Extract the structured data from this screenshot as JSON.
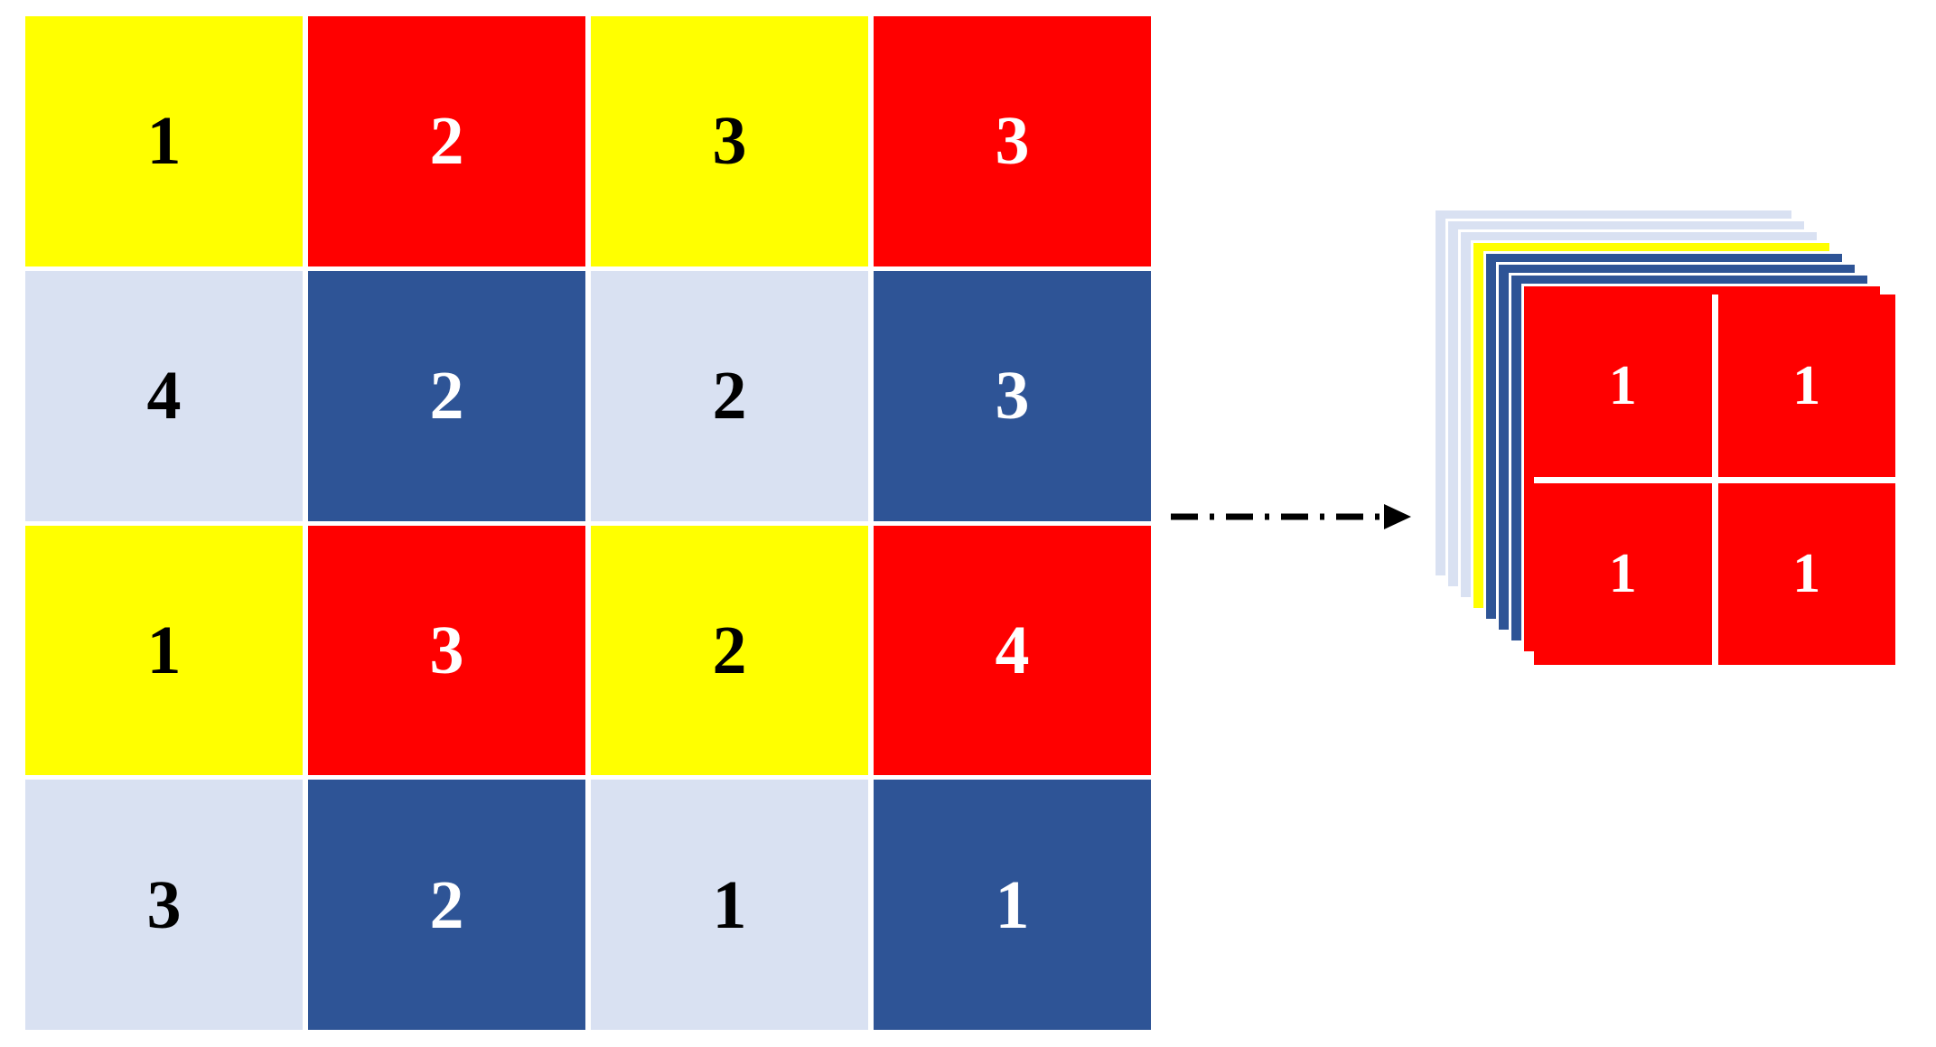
{
  "diagram": {
    "title": "",
    "colors": {
      "yellow": "#FFFF00",
      "red": "#FF0000",
      "light_blue": "#D9E1F2",
      "dark_blue": "#2E5496",
      "background": "#FFFFFF",
      "text_dark": "#000000",
      "text_light": "#FFFFFF"
    }
  },
  "source_grid": {
    "rows": 4,
    "columns": 4,
    "cells": [
      [
        {
          "value": "1",
          "color": "yellow"
        },
        {
          "value": "2",
          "color": "red"
        },
        {
          "value": "3",
          "color": "yellow"
        },
        {
          "value": "3",
          "color": "red"
        }
      ],
      [
        {
          "value": "4",
          "color": "lightblue"
        },
        {
          "value": "2",
          "color": "darkblue"
        },
        {
          "value": "2",
          "color": "lightblue"
        },
        {
          "value": "3",
          "color": "darkblue"
        }
      ],
      [
        {
          "value": "1",
          "color": "yellow"
        },
        {
          "value": "3",
          "color": "red"
        },
        {
          "value": "2",
          "color": "yellow"
        },
        {
          "value": "4",
          "color": "red"
        }
      ],
      [
        {
          "value": "3",
          "color": "lightblue"
        },
        {
          "value": "2",
          "color": "darkblue"
        },
        {
          "value": "1",
          "color": "lightblue"
        },
        {
          "value": "1",
          "color": "darkblue"
        }
      ]
    ]
  },
  "arrow": {
    "style": "dash-dot",
    "direction": "right",
    "color": "#000000",
    "label": ""
  },
  "output_stack": {
    "layer_count": 8,
    "back_to_front_colors": [
      "lightblue",
      "lightblue",
      "lightblue",
      "yellow",
      "darkblue",
      "darkblue",
      "darkblue",
      "red"
    ],
    "front_face": {
      "rows": 2,
      "columns": 2,
      "color": "red",
      "cells": [
        [
          {
            "value": "1"
          },
          {
            "value": "1"
          }
        ],
        [
          {
            "value": "1"
          },
          {
            "value": "1"
          }
        ]
      ]
    }
  }
}
